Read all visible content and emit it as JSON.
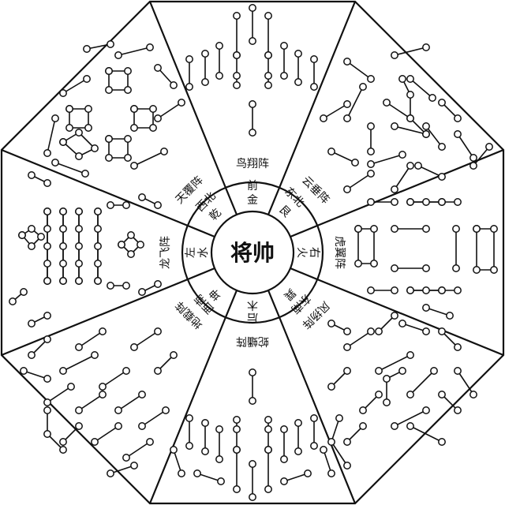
{
  "center": {
    "label": "将帅"
  },
  "formations": {
    "north": "鸟翔阵",
    "northeast": "云垂阵",
    "east": "虎翼阵",
    "southeast": "风扬阵",
    "south": "蛇蟠阵",
    "southwest": "地载阵",
    "west": "龙飞阵",
    "northwest": "天覆阵"
  },
  "inner_ring": {
    "north": [
      "前",
      "金"
    ],
    "northeast": [
      "东北",
      "艮"
    ],
    "east": [
      "右",
      "火"
    ],
    "southeast": [
      "东南",
      "巽"
    ],
    "south": [
      "后",
      "木"
    ],
    "southwest": [
      "西南",
      "坤"
    ],
    "west": [
      "左",
      "水"
    ],
    "northwest": [
      "西北",
      "乾"
    ]
  }
}
